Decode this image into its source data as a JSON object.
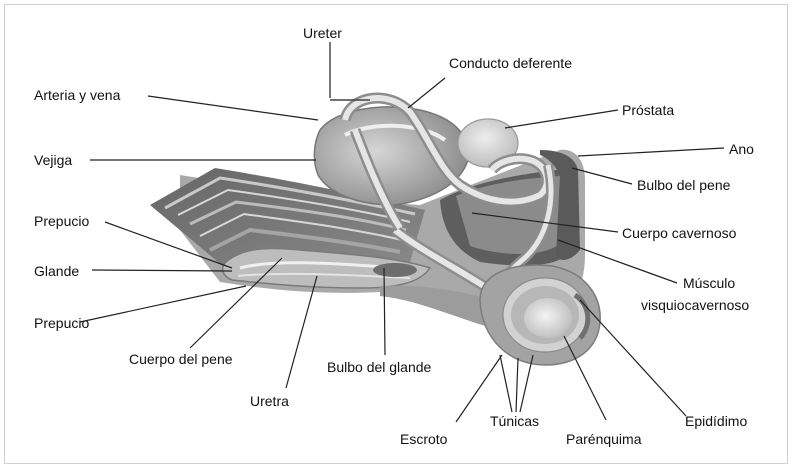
{
  "labels": {
    "ureter": "Ureter",
    "conducto_deferente": "Conducto deferente",
    "arteria_vena": "Arteria y vena",
    "prostata": "Próstata",
    "vejiga": "Vejiga",
    "ano": "Ano",
    "bulbo_pene": "Bulbo del pene",
    "prepucio_top": "Prepucio",
    "cuerpo_cavernoso": "Cuerpo cavernoso",
    "glande": "Glande",
    "musculo": "Músculo",
    "visquiocavernoso": "visquiocavernoso",
    "prepucio_bottom": "Prepucio",
    "cuerpo_pene": "Cuerpo del pene",
    "bulbo_glande": "Bulbo del glande",
    "uretra": "Uretra",
    "tunicas": "Túnicas",
    "epididimo": "Epidídimo",
    "escroto": "Escroto",
    "parenquima": "Parénquima"
  }
}
